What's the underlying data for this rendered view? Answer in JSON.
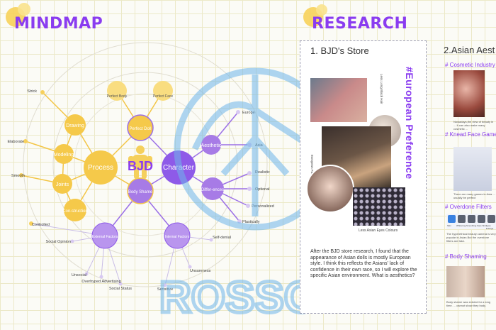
{
  "header": {
    "mindmap_title": "MINDMAP",
    "research_title": "RESEARCH"
  },
  "mindmap": {
    "center": "BJD",
    "process": "Process",
    "character": "Character",
    "perfect_doll": "Perfect Doll",
    "body_shame": "Body Shame",
    "drawing": "Drawing",
    "modeling": "Modeling",
    "joints": "Joints",
    "construction": "Con-struction",
    "external": "External Factors",
    "internal": "Internal Factors",
    "aesthetic": "Aesthetic",
    "difference": "Differ-ences",
    "perfect_body": "Perfect Body",
    "perfect_face": "Perfect Face",
    "strick": "Strick",
    "elaborate": "Elaborate",
    "smooth": "Smooth",
    "controlled": "Controlled",
    "social_opinion": "Social Opinion",
    "unsocial": "Unsocial",
    "overhyped": "Overhyped Advertising",
    "social_status": "Social Status",
    "sensitive": "Sensitive",
    "unsureness": "Unsureness",
    "self_denial": "Self-denial",
    "europe": "Europe",
    "asia": "Asia",
    "realistic": "Realistic",
    "optional": "Optional",
    "personalized": "Personalized",
    "plastically": "Plastically"
  },
  "watermark": {
    "text": "ROSSO"
  },
  "research": {
    "store_title": "1. BJD's Store",
    "vertical_heading": "#European Preference",
    "label_black_hair": "Less Long Black Hair",
    "label_european_face": "European Face",
    "label_eye_colours": "Less Asian Eyes Colours",
    "paragraph": "After the BJD store research, I found that the appearance of Asian dolls is mostly European style. I think this reflects the Asians' lack of confidence in their own race, so I will explore the specific Asian environment. What is aesthetics?"
  },
  "asian": {
    "title": "2.Asian Aest",
    "cosmetic": "# Cosmetic Industry",
    "cosmetic_note": "Nowadays,the view of beauty in ... It can also make many cosmetic ...",
    "knead": "# Knead Face Game",
    "knead_note": "There are many games in Asia ... usually be perfect",
    "filters": "# Overdone Filters",
    "filter_labels": [
      "Skin",
      "Whitening",
      "Smoothing",
      "Face Slim",
      "Eyes Enlarge"
    ],
    "filters_note": "The hyperethical beauty camera is very popular in Asian.But the overdone filters are fake.",
    "body_shaming": "# Body  Shaming",
    "body_note": "Body shame was existed for a long time. ... cannot show they body."
  },
  "colors": {
    "accent": "#8a3cf0",
    "yellow": "#f5c94a",
    "purple": "#a77be6",
    "watermark": "#6fb6ea"
  }
}
